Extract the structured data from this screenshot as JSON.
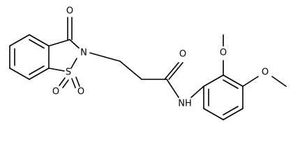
{
  "molecule": {
    "atom_labels": {
      "oxo_o": "O",
      "n_ring": "N",
      "s": "S",
      "so_o1": "O",
      "so_o2": "O",
      "amide_o": "O",
      "nh": "NH",
      "ome2_o": "O",
      "ome4_o": "O"
    }
  },
  "colors": {
    "bond": "#000000",
    "label": "#000000",
    "background": "#ffffff"
  }
}
